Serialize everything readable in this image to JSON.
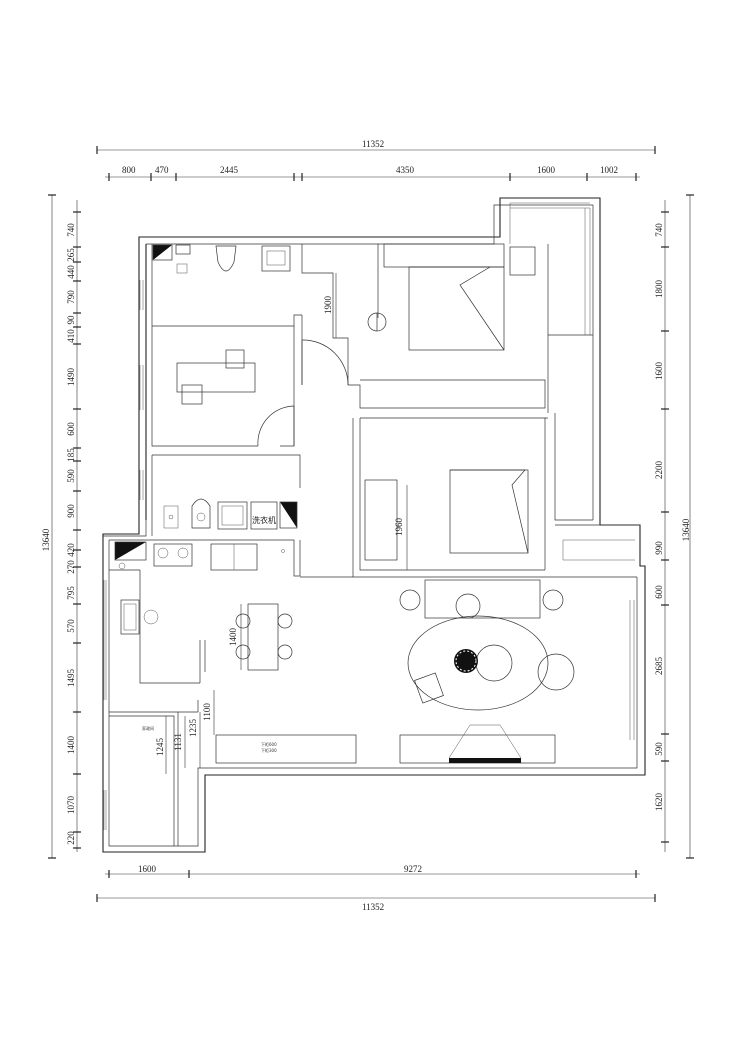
{
  "dimensions": {
    "top_total": "11352",
    "top_segments": [
      "800",
      "470",
      "2445",
      "4350",
      "1600",
      "1002"
    ],
    "bottom_segments": [
      "1600",
      "9272"
    ],
    "bottom_total": "11352",
    "left_total": "13640",
    "left_segments": [
      "740",
      "265",
      "440",
      "790",
      "90",
      "410",
      "1490",
      "600",
      "185",
      "590",
      "900",
      "420",
      "270",
      "795",
      "570",
      "1495",
      "1400",
      "1070",
      "220"
    ],
    "right_total": "13640",
    "right_segments": [
      "740",
      "1800",
      "1600",
      "2200",
      "990",
      "600",
      "2685",
      "590",
      "1620"
    ],
    "interior": {
      "corridor_1900": "1900",
      "bed_1960": "1960",
      "dining_1400": "1400",
      "bath_1100": "1100",
      "bath_1131": "1131",
      "bath_1235": "1235",
      "bath_1245": "1245"
    }
  },
  "labels": {
    "washing_machine": "洗衣机",
    "balcony_small": "家政间",
    "tv_cabinet_line1": "下柜600",
    "tv_cabinet_line2": "下柜300"
  }
}
